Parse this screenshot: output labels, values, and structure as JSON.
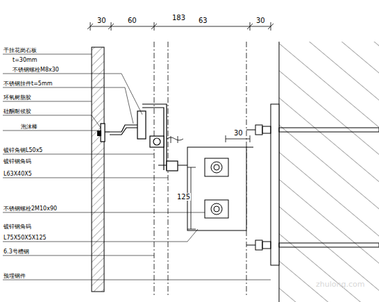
{
  "diagram": {
    "labels": [
      "183",
      "30",
      "60",
      "63",
      "30",
      "30",
      "125",
      "干挂花岗石板",
      "t=30mm",
      "不锈钢螺栓M8x30",
      "不锈钢挂件t=5mm",
      "环氧树脂胶",
      "硅酮耐候胶",
      "泡沫棒",
      "镀锌角钢L50x5",
      "镀锌钢角码",
      "L63X40X5",
      "不锈钢螺栓2M10x90",
      "镀锌钢角码",
      "L75X50X5X125",
      "6.3号槽钢",
      "预埋钢件",
      "zhulong.com"
    ]
  }
}
